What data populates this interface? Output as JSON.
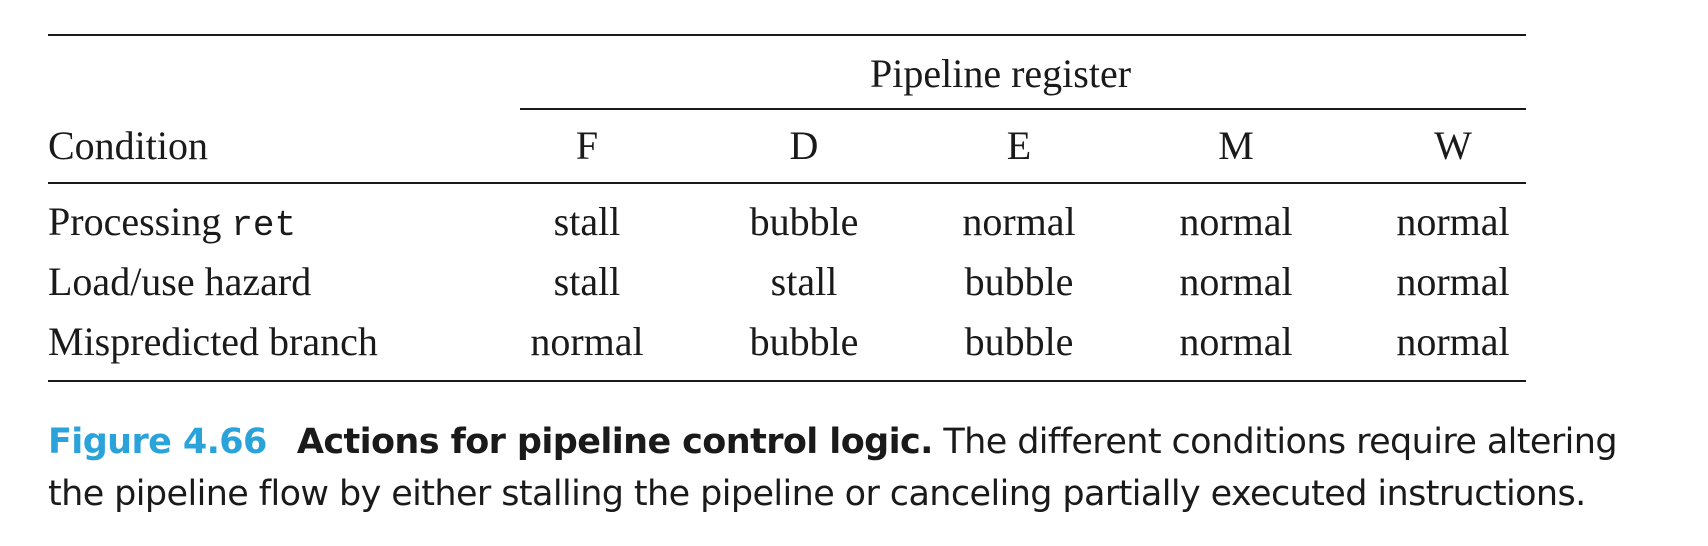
{
  "table": {
    "group_header": "Pipeline register",
    "condition_header": "Condition",
    "register_headers": [
      "F",
      "D",
      "E",
      "M",
      "W"
    ],
    "rows": [
      {
        "condition_prefix": "Processing ",
        "condition_code": "ret",
        "actions": [
          "stall",
          "bubble",
          "normal",
          "normal",
          "normal"
        ]
      },
      {
        "condition_prefix": "Load/use hazard",
        "condition_code": "",
        "actions": [
          "stall",
          "stall",
          "bubble",
          "normal",
          "normal"
        ]
      },
      {
        "condition_prefix": "Mispredicted branch",
        "condition_code": "",
        "actions": [
          "normal",
          "bubble",
          "bubble",
          "normal",
          "normal"
        ]
      }
    ]
  },
  "caption": {
    "label": "Figure 4.66",
    "title": "Actions for pipeline control logic.",
    "line1_text": " The different conditions require altering",
    "line2_text": "the pipeline flow by either stalling the pipeline or canceling partially executed instructions."
  },
  "colors": {
    "figure_label": "#29a3d9",
    "text": "#1a1a1a"
  }
}
